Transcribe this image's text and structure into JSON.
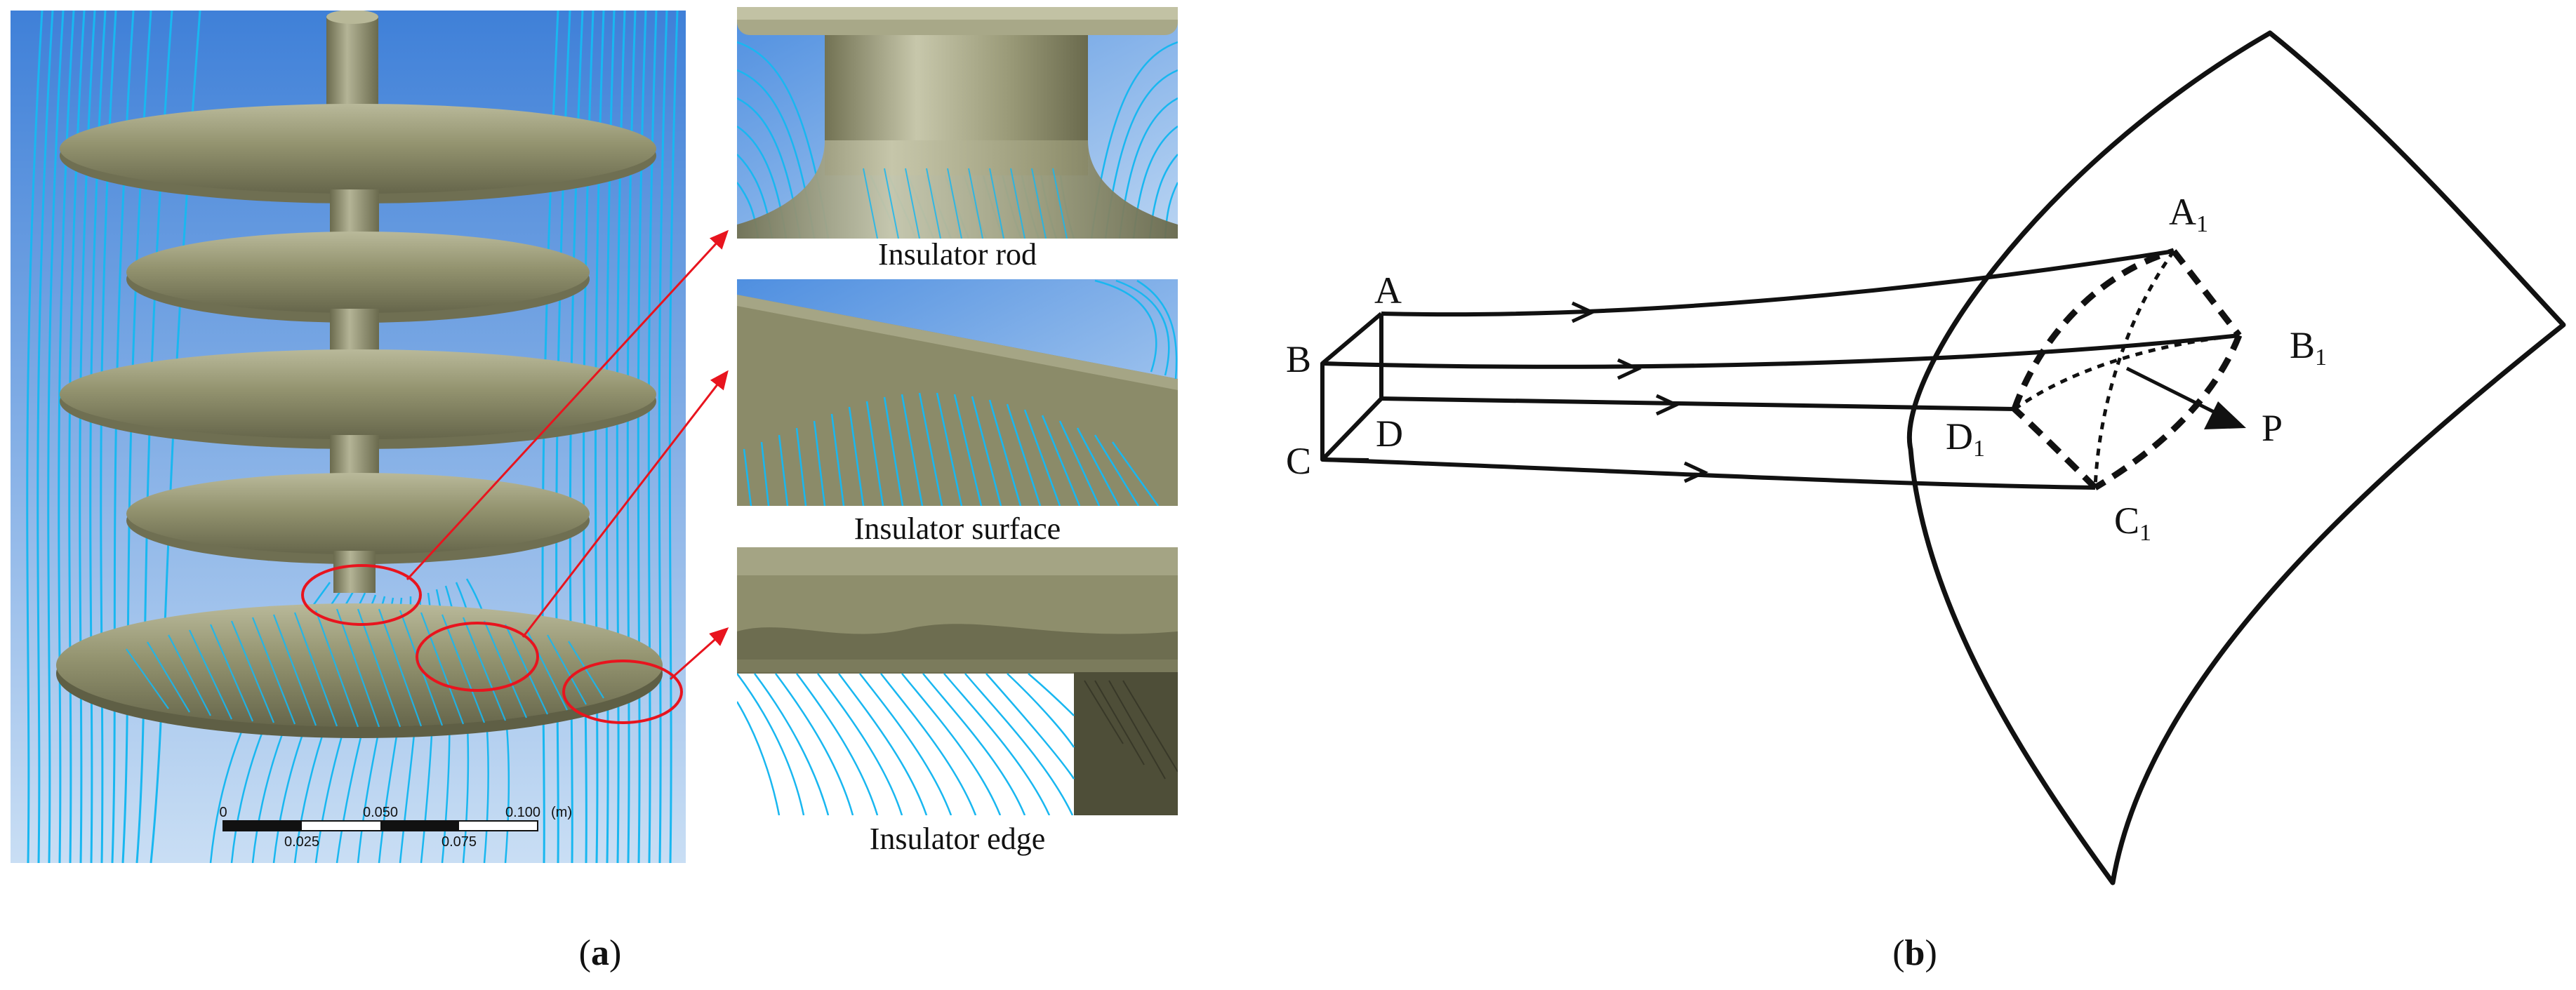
{
  "panel_a": {
    "label_open": "(",
    "label_letter": "a",
    "label_close": ")",
    "scale_bar": {
      "top_labels": [
        "0",
        "0.050",
        "0.100"
      ],
      "unit": "(m)",
      "bottom_labels": [
        "0.025",
        "0.075"
      ]
    },
    "insets": [
      {
        "caption": "Insulator rod"
      },
      {
        "caption": "Insulator surface"
      },
      {
        "caption": "Insulator edge"
      }
    ],
    "colors": {
      "shed": "#8a8a68",
      "shed_light": "#b7b797",
      "shed_dark": "#5f5f45",
      "streamline": "#19b7f0",
      "sky_top": "#3f80d8",
      "sky_bottom": "#c9def4",
      "callout": "#e8141e"
    }
  },
  "panel_b": {
    "label_open": "(",
    "label_letter": "b",
    "label_close": ")",
    "points": {
      "A": "A",
      "B": "B",
      "C": "C",
      "D": "D",
      "A1": "A",
      "A1_sub": "1",
      "B1": "B",
      "B1_sub": "1",
      "C1": "C",
      "C1_sub": "1",
      "D1": "D",
      "D1_sub": "1",
      "P": "P"
    }
  }
}
